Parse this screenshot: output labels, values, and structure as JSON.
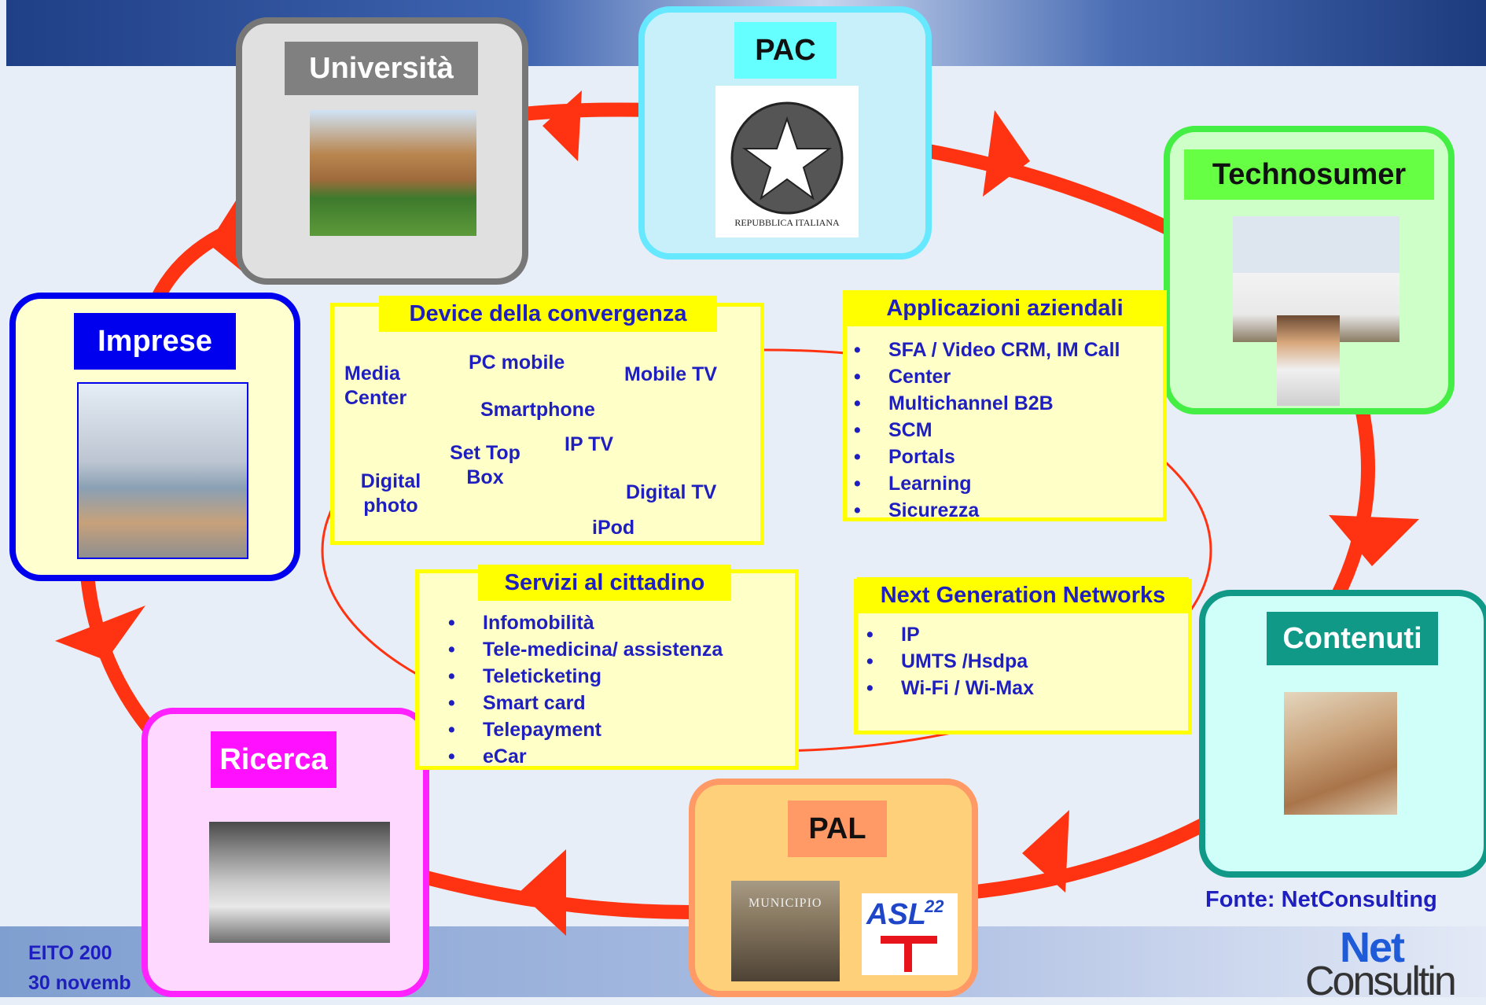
{
  "nodes": {
    "universita": {
      "label": "Università",
      "bg": "#e0e0e0",
      "border": "#777777",
      "labelBg": "#808080",
      "labelColor": "#ffffff"
    },
    "pac": {
      "label": "PAC",
      "bg": "#c8f0fa",
      "border": "#66e8ff",
      "labelBg": "#66ffff",
      "labelColor": "#111111"
    },
    "technosumer": {
      "label": "Technosumer",
      "bg": "#cfffc8",
      "border": "#44ee44",
      "labelBg": "#66ff44",
      "labelColor": "#111111"
    },
    "impres": {
      "label": "Imprese",
      "bg": "#ffffcf",
      "border": "#0000ee",
      "labelBg": "#0000ee",
      "labelColor": "#ffffff"
    },
    "contenuti": {
      "label": "Contenuti",
      "bg": "#cffff8",
      "border": "#119988",
      "labelBg": "#119988",
      "labelColor": "#ffffff"
    },
    "ricerca": {
      "label": "Ricerca",
      "bg": "#ffd8ff",
      "border": "#ff22ff",
      "labelBg": "#ff11ff",
      "labelColor": "#ffffff"
    },
    "pal": {
      "label": "PAL",
      "bg": "#ffd07a",
      "border": "#ff9966",
      "labelBg": "#ff9966",
      "labelColor": "#111111"
    }
  },
  "device": {
    "title": "Device della convergenza",
    "items": [
      "Media Center",
      "PC mobile",
      "Mobile TV",
      "Smartphone",
      "IP TV",
      "Set Top Box",
      "Digital photo",
      "Digital TV",
      "iPod"
    ]
  },
  "applicazioni": {
    "title": "Applicazioni aziendali",
    "items": [
      "SFA / Video CRM, IM Call",
      "Center",
      "Multichannel B2B",
      "SCM",
      "Portals",
      "Learning",
      "Sicurezza"
    ]
  },
  "servizi": {
    "title": "Servizi al cittadino",
    "items": [
      "Infomobilità",
      "Tele-medicina/ assistenza",
      "Teleticketing",
      "Smart card",
      "Telepayment",
      "eCar"
    ]
  },
  "ngn": {
    "title": "Next Generation Networks",
    "items": [
      "IP",
      "UMTS /Hsdpa",
      "Wi-Fi / Wi-Max"
    ]
  },
  "pictures": {
    "municipio": "MUNICIPIO",
    "asl": "ASL",
    "asl_num": "22",
    "seal": "REPUBBLICA ITALIANA"
  },
  "fonte": "Fonte: NetConsulting",
  "footer": {
    "line1": "EITO 200",
    "line2": "30 novemb"
  },
  "logo": {
    "top": "Net",
    "bottom": "Consultin"
  },
  "colors": {
    "arrow": "#ff3311",
    "text": "#1f1fbf",
    "yellow": "#ffff00"
  }
}
